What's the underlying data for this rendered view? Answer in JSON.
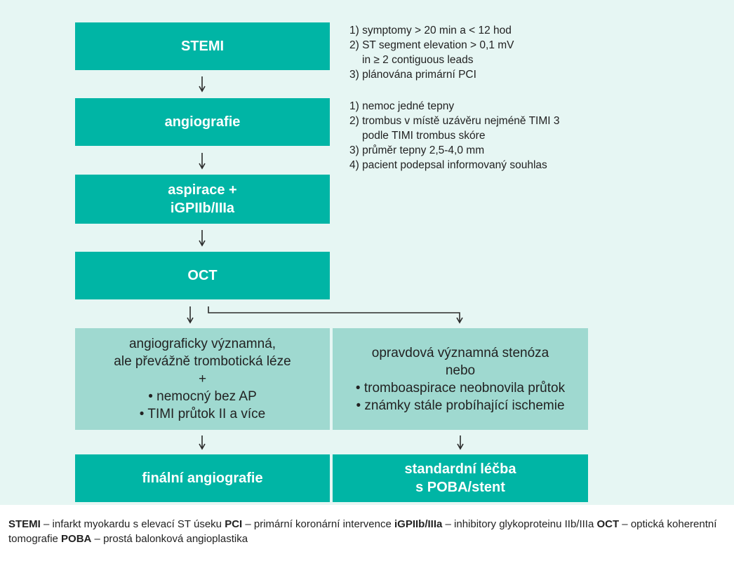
{
  "colors": {
    "panel": "#e6f6f3",
    "teal": "#00b5a5",
    "light_teal": "#9fd9d0",
    "arrow": "#2b2b2b"
  },
  "nodes": {
    "stemi": "STEMI",
    "angiografie": "angiografie",
    "aspirace": [
      "aspirace +",
      "iGPIIb/IIIa"
    ],
    "oct": "OCT",
    "left_condition": [
      "angiograficky významná,",
      "ale převážně trombotická léze",
      "+",
      "• nemocný bez AP",
      "• TIMI průtok II a více"
    ],
    "right_condition": [
      "opravdová významná stenóza",
      "nebo",
      "• tromboaspirace neobnovila průtok",
      "• známky stále probíhající ischemie"
    ],
    "final": "finální angiografie",
    "standard": [
      "standardní léčba",
      "s POBA/stent"
    ]
  },
  "criteria_stemi": [
    "1) symptomy > 20 min a  < 12 hod",
    "2) ST segment elevation > 0,1 mV",
    "in ≥ 2 contiguous leads",
    "3) plánována primární PCI"
  ],
  "criteria_angio": [
    "1) nemoc jedné tepny",
    "2) trombus v místě uzávěru nejméně TIMI 3",
    "podle TIMI trombus skóre",
    "3) průměr tepny 2,5-4,0 mm",
    "4) pacient podepsal informovaný souhlas"
  ],
  "legend": [
    {
      "abbr": "STEMI",
      "text": " – infarkt myokardu s elevací ST úseku "
    },
    {
      "abbr": "PCI",
      "text": " – primární koronární intervence "
    },
    {
      "abbr": "iGPIIb/IIIa",
      "text": " – inhibitory glykoproteinu IIb/IIIa "
    },
    {
      "abbr": "OCT",
      "text": " – optická koherentní tomografie "
    },
    {
      "abbr": "POBA",
      "text": " – prostá balonková angioplastika"
    }
  ]
}
